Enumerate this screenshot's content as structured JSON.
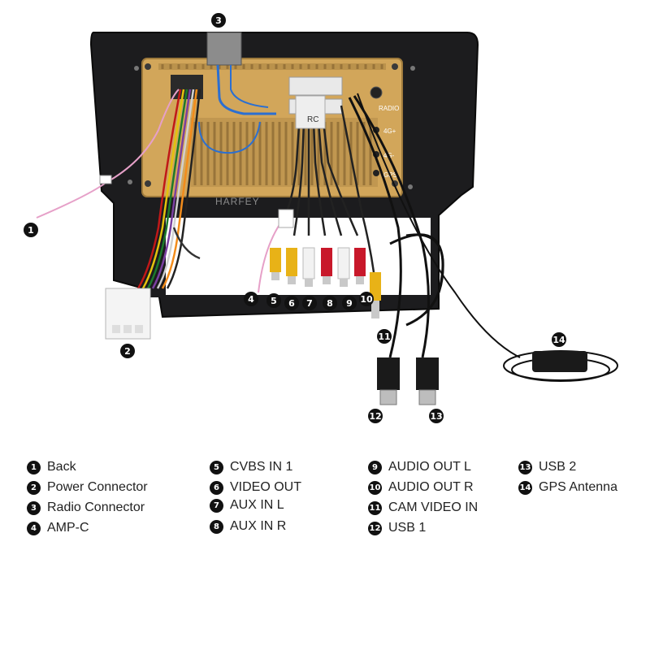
{
  "brand": "HARFEY",
  "radio_back_labels": [
    "RADIO",
    "4G+",
    "4G-",
    "GPS"
  ],
  "chip_label": "RC",
  "callouts": [
    "1",
    "2",
    "3",
    "4",
    "5",
    "6",
    "7",
    "8",
    "9",
    "10",
    "11",
    "12",
    "13",
    "14"
  ],
  "legend": [
    {
      "num": "1",
      "label": "Back"
    },
    {
      "num": "2",
      "label": "Power Connector"
    },
    {
      "num": "3",
      "label": "Radio Connector"
    },
    {
      "num": "4",
      "label": "AMP-C"
    },
    {
      "num": "5",
      "label": "CVBS IN 1"
    },
    {
      "num": "6",
      "label": "VIDEO OUT"
    },
    {
      "num": "7",
      "label": "AUX IN L"
    },
    {
      "num": "8",
      "label": "AUX IN R"
    },
    {
      "num": "9",
      "label": "AUDIO OUT L"
    },
    {
      "num": "10",
      "label": "AUDIO OUT R"
    },
    {
      "num": "11",
      "label": "CAM VIDEO IN"
    },
    {
      "num": "12",
      "label": "USB 1"
    },
    {
      "num": "13",
      "label": "USB 2"
    },
    {
      "num": "14",
      "label": "GPS Antenna"
    }
  ],
  "colors": {
    "panel": "#d2a65a",
    "frame": "#1c1c1e",
    "rca_yellow": "#e8b217",
    "rca_red": "#c8182a",
    "rca_white": "#f2f2f2"
  }
}
